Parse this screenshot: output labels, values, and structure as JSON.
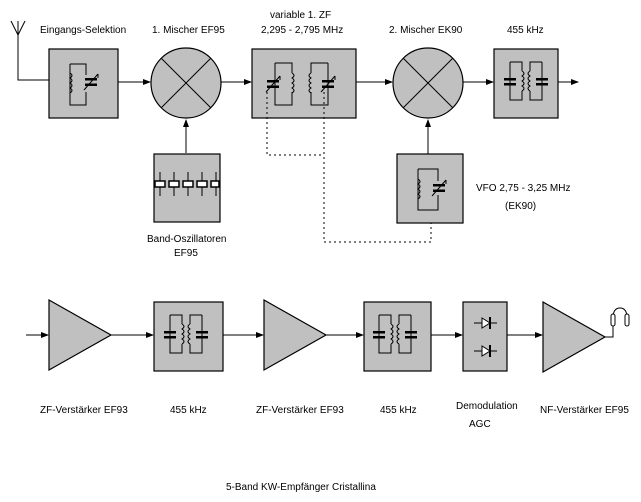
{
  "diagram": {
    "title": "5-Band KW-Empfänger Cristallina",
    "top_row": {
      "input_selection": {
        "label": "Eingangs-Selektion",
        "icon": "lc-tuned-circuit"
      },
      "mixer1": {
        "label": "1. Mischer EF95",
        "icon": "mixer-circle"
      },
      "variable_if": {
        "label_line1": "variable 1. ZF",
        "label_line2": "2,295 - 2,795 MHz",
        "icon": "bandpass-filter-variable"
      },
      "mixer2": {
        "label": "2. Mischer EK90",
        "icon": "mixer-circle"
      },
      "if_filter": {
        "label": "455 kHz",
        "icon": "bandpass-filter"
      },
      "band_oscillators": {
        "label_line1": "Band-Oszillatoren",
        "label_line2": "EF95",
        "icon": "crystal-bank"
      },
      "vfo": {
        "label_line1": "VFO 2,75 - 3,25 MHz",
        "label_line2": "(EK90)",
        "icon": "lc-tuned-circuit"
      }
    },
    "bottom_row": {
      "if_amp1": {
        "label": "ZF-Verstärker EF93",
        "icon": "amplifier-triangle"
      },
      "if_filter1": {
        "label": "455 kHz",
        "icon": "bandpass-filter"
      },
      "if_amp2": {
        "label": "ZF-Verstärker EF93",
        "icon": "amplifier-triangle"
      },
      "if_filter2": {
        "label": "455 kHz",
        "icon": "bandpass-filter"
      },
      "demod": {
        "label_line1": "Demodulation",
        "label_line2": "AGC",
        "icon": "diodes"
      },
      "af_amp": {
        "label": "NF-Verstärker EF95",
        "icon": "amplifier-triangle"
      },
      "output": {
        "icon": "headphones"
      }
    },
    "colors": {
      "block_fill": "#c0c0c0",
      "line": "#000000"
    }
  }
}
